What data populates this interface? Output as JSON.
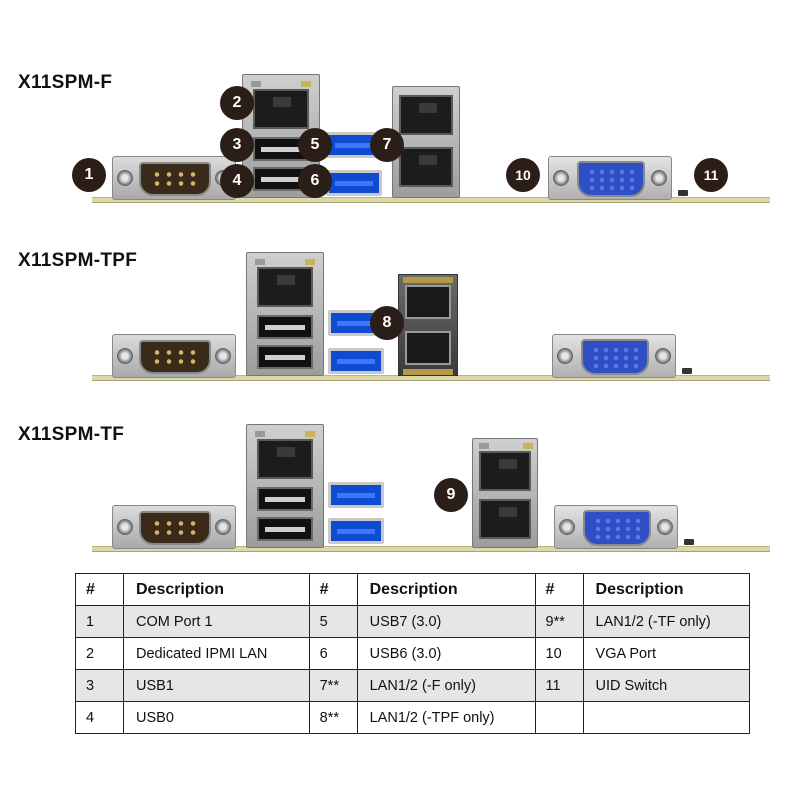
{
  "models": [
    {
      "name": "X11SPM-F"
    },
    {
      "name": "X11SPM-TPF"
    },
    {
      "name": "X11SPM-TF"
    }
  ],
  "markers": [
    "1",
    "2",
    "3",
    "4",
    "5",
    "6",
    "7",
    "8",
    "9",
    "10",
    "11"
  ],
  "colors": {
    "marker_bg": "#2b1d17",
    "usb3_blue": "#0f4bd1",
    "vga_blue": "#2f4fc6",
    "board": "#dcd9a8",
    "row_shade": "#e6e6e6"
  },
  "table": {
    "headers": [
      "#",
      "Description",
      "#",
      "Description",
      "#",
      "Description"
    ],
    "rows": [
      [
        "1",
        "COM Port 1",
        "5",
        "USB7 (3.0)",
        "9**",
        "LAN1/2 (-TF only)"
      ],
      [
        "2",
        "Dedicated IPMI LAN",
        "6",
        "USB6 (3.0)",
        "10",
        "VGA Port"
      ],
      [
        "3",
        "USB1",
        "7**",
        "LAN1/2 (-F only)",
        "11",
        "UID Switch"
      ],
      [
        "4",
        "USB0",
        "8**",
        "LAN1/2 (-TPF only)",
        "",
        ""
      ]
    ]
  }
}
